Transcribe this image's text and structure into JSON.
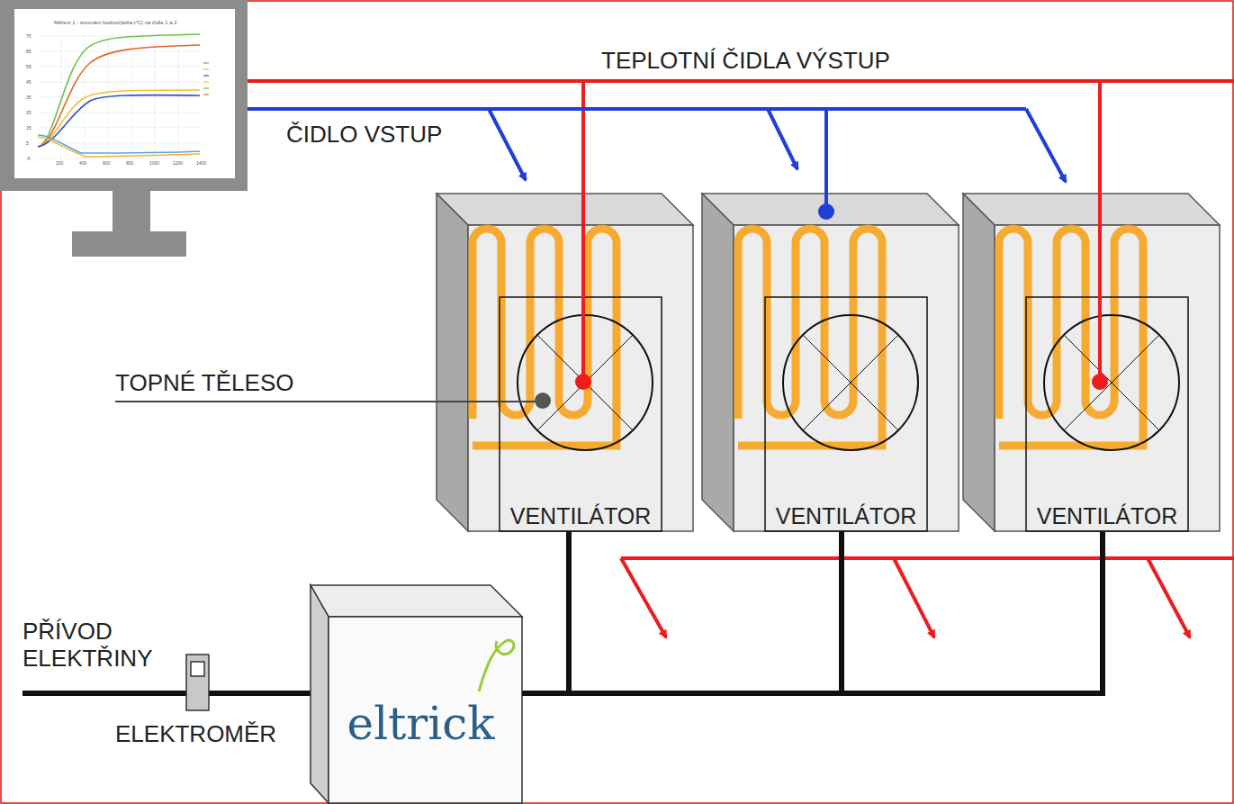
{
  "diagram": {
    "nodes": [
      {
        "text": [
          "VENTILÁTOR"
        ]
      },
      {
        "text": [
          "VENTILÁTOR"
        ]
      },
      {
        "text": [
          "VENTILÁTOR"
        ]
      },
      {
        "text": [
          "eltrick"
        ]
      }
    ],
    "edges": [
      {
        "from": 3,
        "to": 0,
        "arrow": "none"
      },
      {
        "from": 3,
        "to": 1,
        "arrow": "none"
      },
      {
        "from": 3,
        "to": 2,
        "arrow": "none"
      }
    ],
    "labels": [
      "TEPLOTNÍ ČIDLA VÝSTUP",
      "ČIDLO VSTUP",
      "TOPNÉ TĚLESO",
      "PŘÍVOD ELEKTŘINY",
      "ELEKTROMĚR",
      "Měření 1 - srovnání hodnot(delta t°C) na čidle 1 a 2",
      "75",
      "65",
      "55",
      "45",
      "35",
      "25",
      "15",
      "5",
      "-5",
      "200",
      "400",
      "600",
      "800",
      "1000",
      "1200",
      "1400"
    ]
  }
}
